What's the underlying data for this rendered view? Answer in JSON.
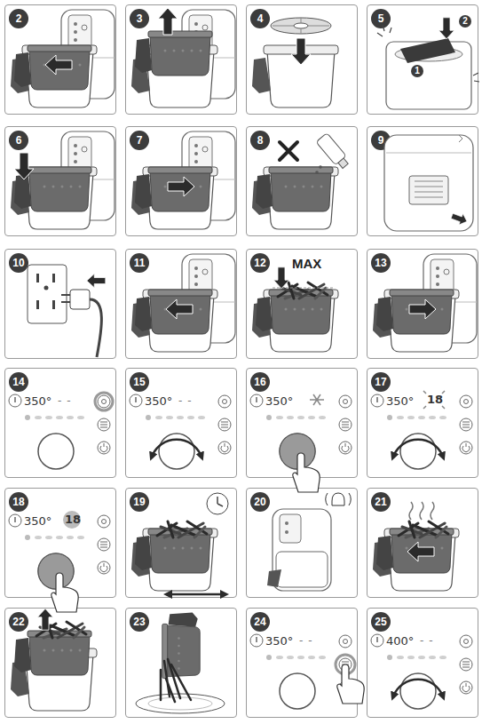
{
  "diagram": {
    "nodes": [
      {
        "text": [
          "2"
        ]
      },
      {
        "text": [
          "3"
        ]
      },
      {
        "text": [
          "4"
        ]
      },
      {
        "text": [
          "5"
        ]
      },
      {
        "text": [
          "6"
        ]
      },
      {
        "text": [
          "7"
        ]
      },
      {
        "text": [
          "8"
        ]
      },
      {
        "text": [
          "9"
        ]
      },
      {
        "text": [
          "10"
        ]
      },
      {
        "text": [
          "11"
        ]
      },
      {
        "text": [
          "12"
        ]
      },
      {
        "text": [
          "13"
        ]
      },
      {
        "text": [
          "14"
        ]
      },
      {
        "text": [
          "15"
        ]
      },
      {
        "text": [
          "16"
        ]
      },
      {
        "text": [
          "17"
        ]
      },
      {
        "text": [
          "18"
        ]
      },
      {
        "text": [
          "19"
        ]
      },
      {
        "text": [
          "20"
        ]
      },
      {
        "text": [
          "21"
        ]
      },
      {
        "text": [
          "22"
        ]
      },
      {
        "text": [
          "23"
        ]
      },
      {
        "text": [
          "24"
        ]
      },
      {
        "text": [
          "25"
        ]
      }
    ],
    "labels": [
      "1",
      "2",
      "MAX",
      "350°",
      "- -",
      "350°",
      "- -",
      "350°",
      "350°",
      "18",
      "350°",
      "18",
      "350°",
      "- -",
      "400°",
      "- -"
    ]
  }
}
